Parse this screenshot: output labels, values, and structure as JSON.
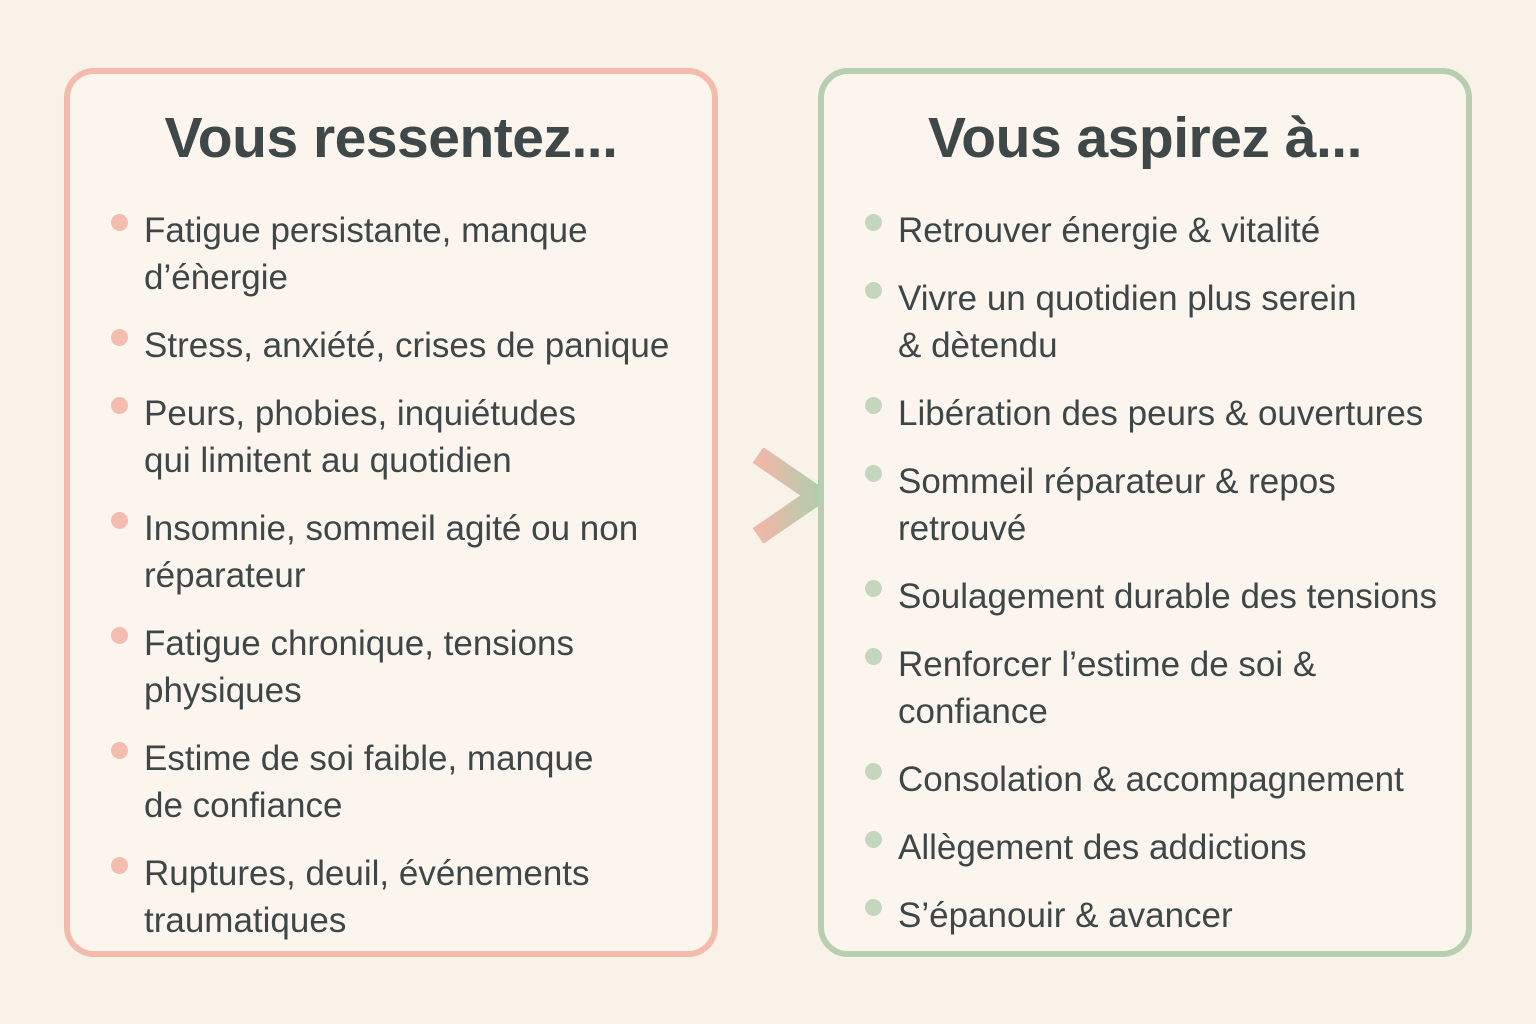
{
  "colors": {
    "page_bg": "#f8f2e9",
    "card_bg": "#fbf5ed",
    "pink": "#f2bbac",
    "pink_dot": "#f2bcae",
    "green": "#b7ceb1",
    "green_dot": "#c5d6bf",
    "text": "#3e4748",
    "title": "#3f4849",
    "arrow_pink": "#f2b7a8",
    "arrow_green": "#b2cdac"
  },
  "left_card": {
    "title": "Vous ressentez...",
    "items": [
      "Fatigue persistante, manque\nd’éǹergie",
      "Stress, anxiété, crises de panique",
      "Peurs, phobies, inquiétudes\nqui limitent au quotidien",
      "Insomnie, sommeil agité ou non\nréparateur",
      "Fatigue chronique, tensions\nphysiques",
      "Estime de soi faible, manque\nde confiance",
      "Ruptures, deuil, événements\ntraumatiques"
    ]
  },
  "right_card": {
    "title": "Vous aspirez à...",
    "items": [
      "Retrouver énergie & vitalité",
      "Vivre un quotidien plus serein\n& dètendu",
      "Libération des peurs & ouvertures",
      "Sommeil réparateur & repos\nretrouvé",
      "Soulagement durable des tensions",
      "Renforcer l’estime de soi &\nconfiance",
      "Consolation & accompagnement",
      "Allègement des addictions",
      "S’épanouir & avancer"
    ]
  }
}
